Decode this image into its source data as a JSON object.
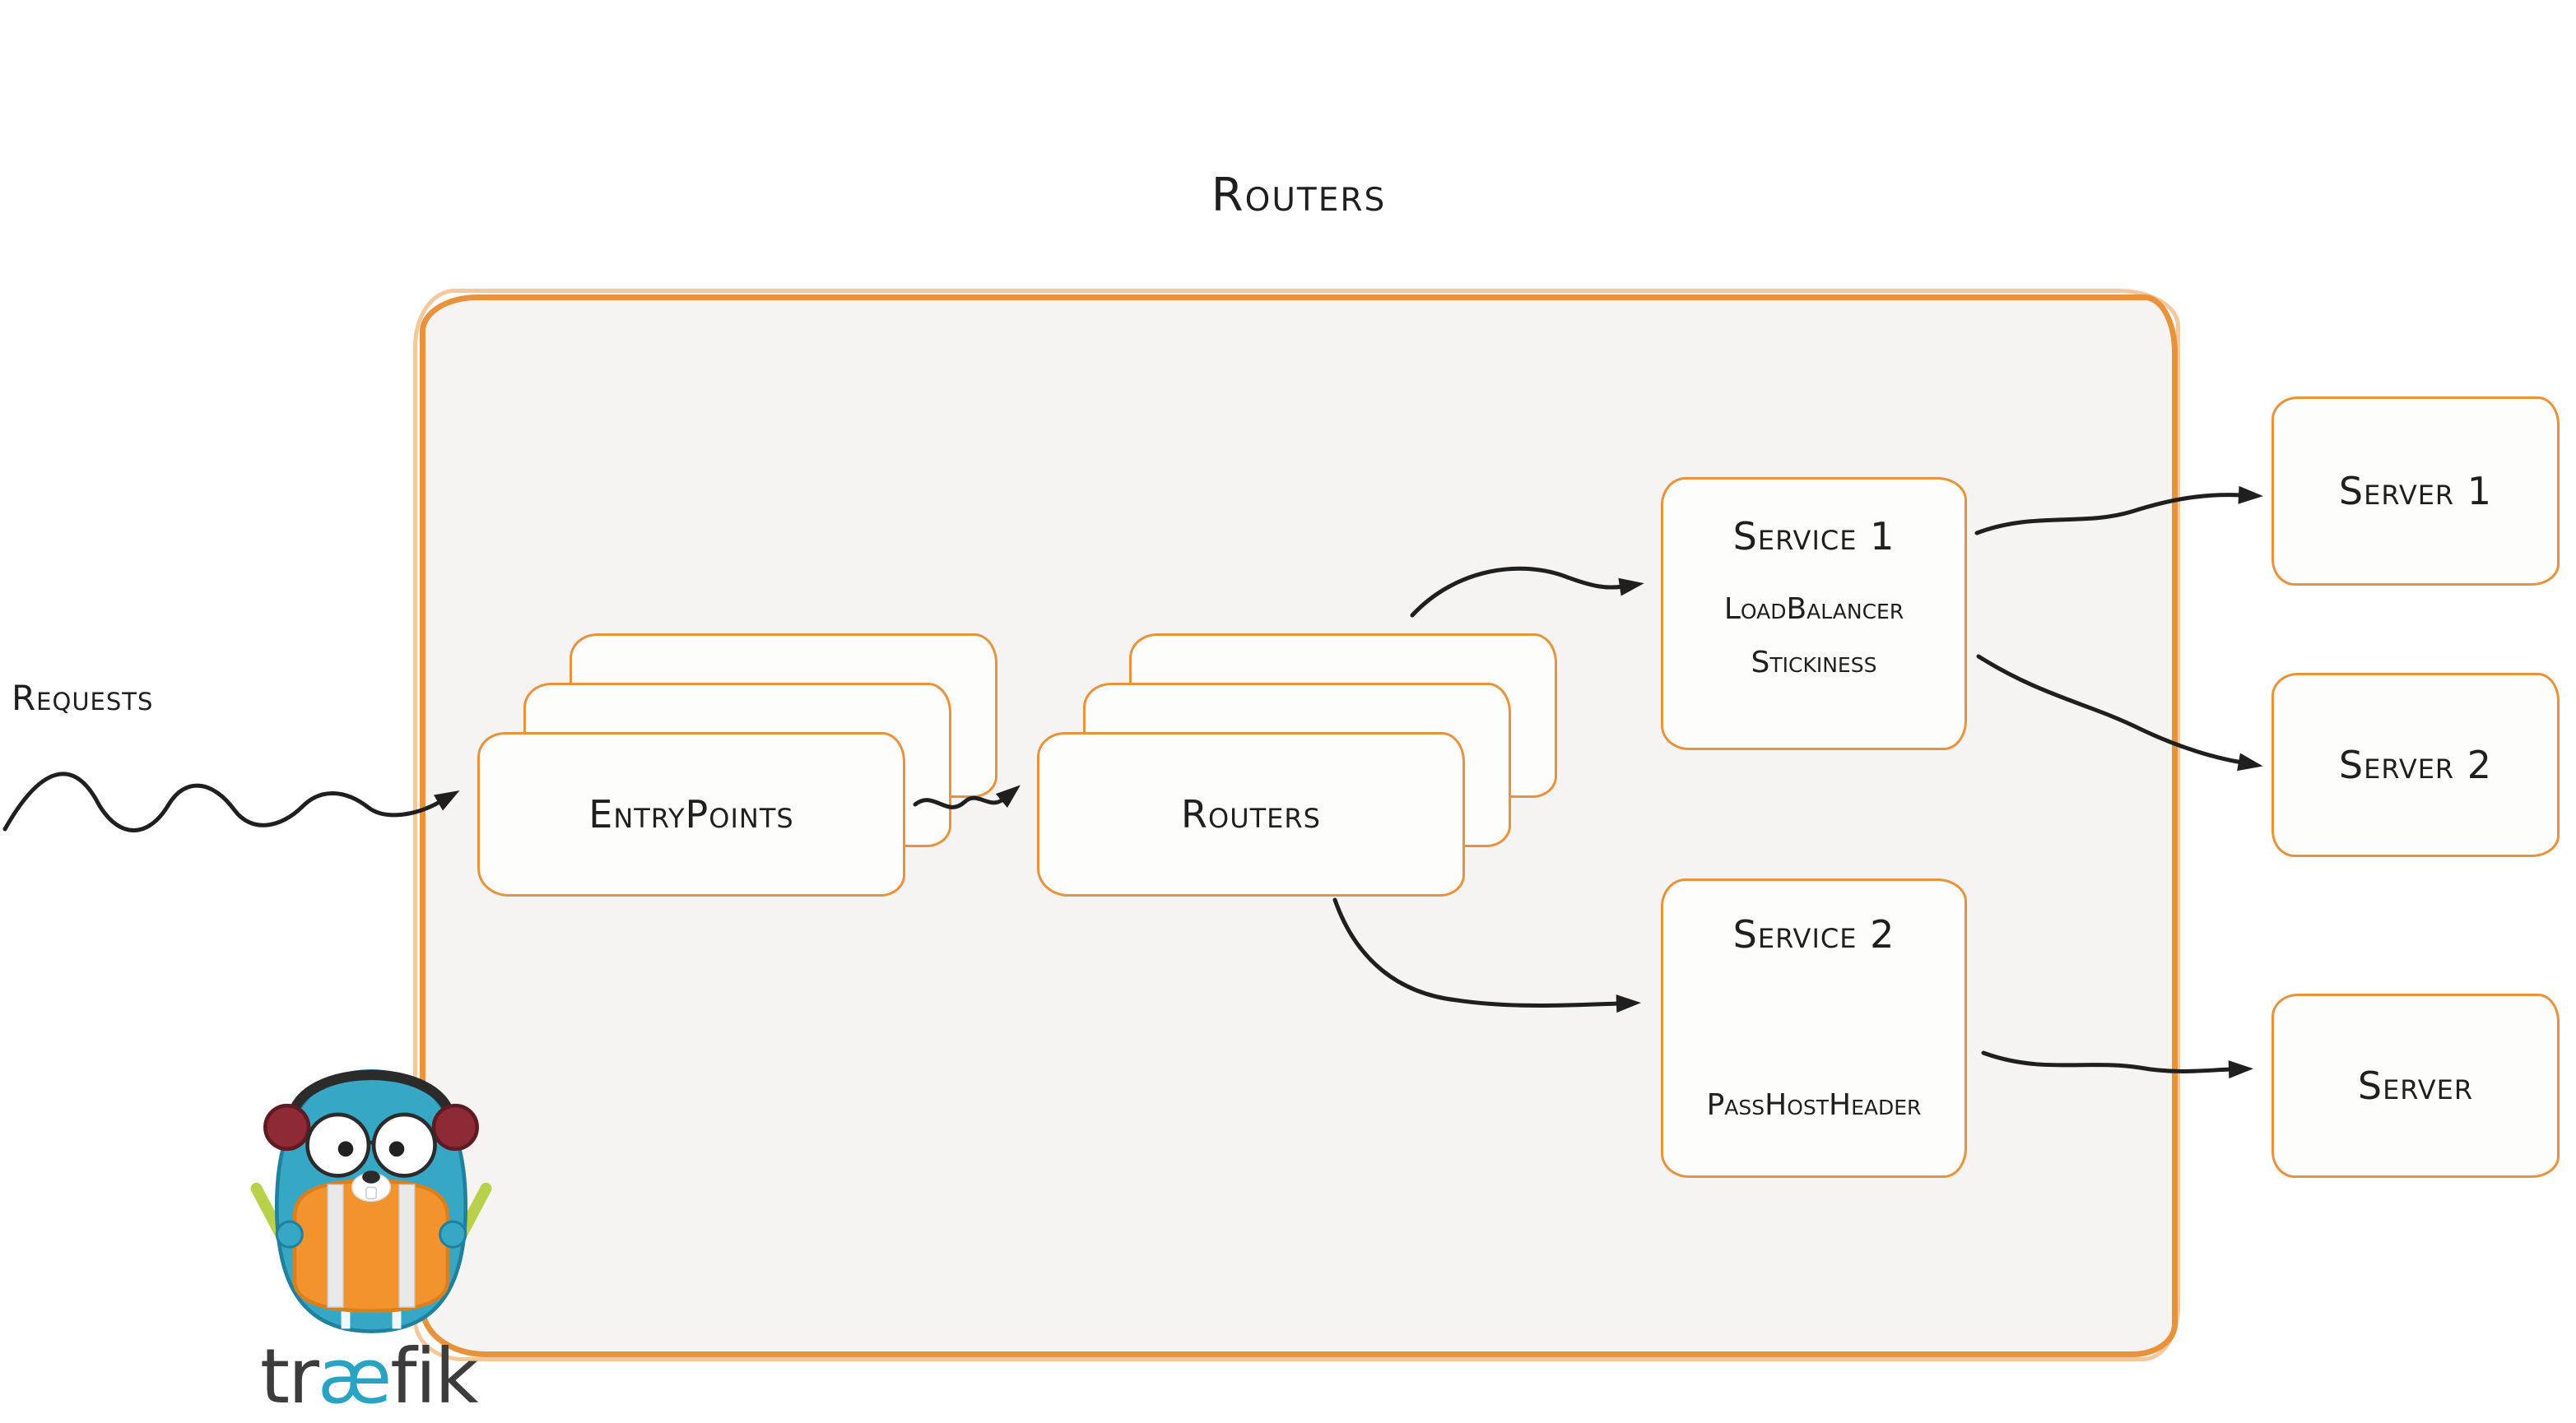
{
  "title": "Routers",
  "requests": {
    "label": "Requests"
  },
  "entrypoints": {
    "label": "EntryPoints"
  },
  "routers": {
    "label": "Routers"
  },
  "services": {
    "service1": {
      "title": "Service 1",
      "features": [
        "LoadBalancer",
        "Stickiness"
      ]
    },
    "service2": {
      "title": "Service 2",
      "features": [
        "PassHostHeader"
      ]
    }
  },
  "servers": {
    "server1": {
      "label": "Server 1"
    },
    "server2": {
      "label": "Server 2"
    },
    "server3": {
      "label": "Server"
    }
  },
  "logo": {
    "prefix": "tr",
    "ligature": "æ",
    "suffix": "fik"
  },
  "edges": [
    {
      "from": "requests",
      "to": "entrypoints"
    },
    {
      "from": "entrypoints",
      "to": "routers"
    },
    {
      "from": "routers",
      "to": "service1"
    },
    {
      "from": "routers",
      "to": "service2"
    },
    {
      "from": "service1",
      "to": "server1"
    },
    {
      "from": "service1",
      "to": "server2"
    },
    {
      "from": "service2",
      "to": "server3"
    }
  ],
  "colors": {
    "orange": "#E8923B",
    "teal": "#29A3C3",
    "ink": "#1F1F1F",
    "container_fill": "#F5F4F2",
    "card_fill": "#FDFDFC"
  }
}
